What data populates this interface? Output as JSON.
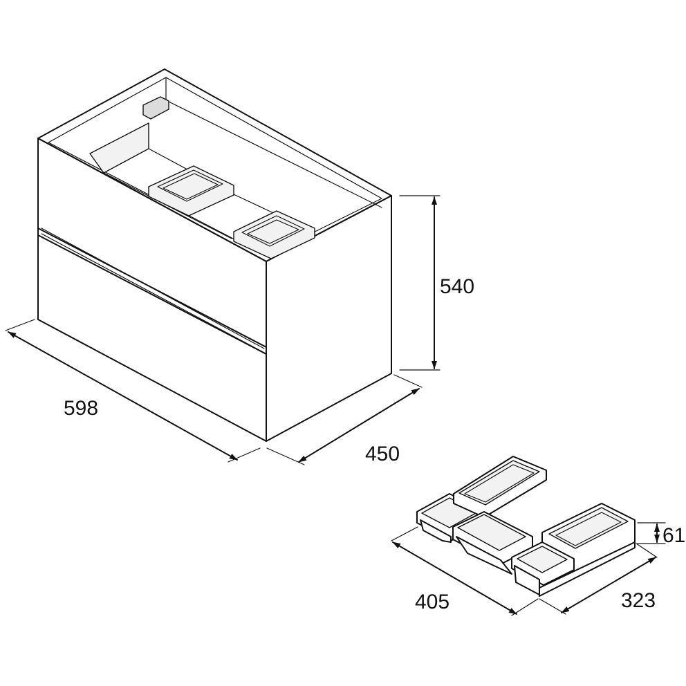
{
  "cabinet": {
    "width": "598",
    "depth": "450",
    "height": "540"
  },
  "organizer": {
    "width": "405",
    "depth": "323",
    "height": "61"
  }
}
